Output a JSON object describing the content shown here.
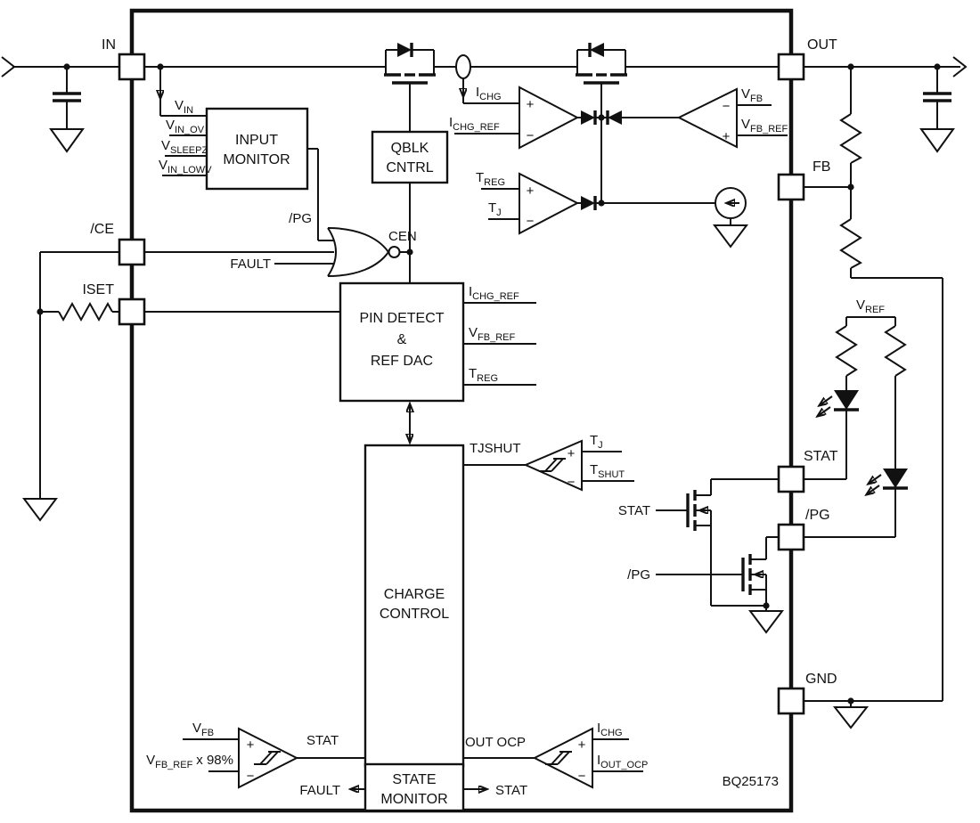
{
  "part_number": "BQ25173",
  "pins": {
    "in": "IN",
    "out": "OUT",
    "fb": "FB",
    "ce": "/CE",
    "iset": "ISET",
    "stat": "STAT",
    "pg": "/PG",
    "gnd": "GND"
  },
  "blocks": {
    "input_monitor_1": "INPUT",
    "input_monitor_2": "MONITOR",
    "qblk_1": "QBLK",
    "qblk_2": "CNTRL",
    "pin_detect_1": "PIN DETECT",
    "pin_detect_2": "&",
    "pin_detect_3": "REF DAC",
    "charge_1": "CHARGE",
    "charge_2": "CONTROL",
    "state_1": "STATE",
    "state_2": "MONITOR"
  },
  "labels": {
    "cen": "CEN",
    "fault_nor": "FAULT",
    "fault_out": "FAULT",
    "stat_out": "STAT",
    "stat_comp_out": "STAT",
    "out_ocp": "OUT OCP",
    "tjshut": "TJSHUT",
    "pg_internal": "/PG",
    "stat_gate": "STAT",
    "pg_gate": "/PG",
    "plus": "+",
    "minus": "−"
  },
  "subs": {
    "vin": {
      "m": "V",
      "s": "IN"
    },
    "vin_ov": {
      "m": "V",
      "s": "IN_OV"
    },
    "vsleepz": {
      "m": "V",
      "s": "SLEEPZ"
    },
    "vin_lowv": {
      "m": "V",
      "s": "IN_LOWV"
    },
    "ichg": {
      "m": "I",
      "s": "CHG"
    },
    "ichg_ref": {
      "m": "I",
      "s": "CHG_REF"
    },
    "vfb": {
      "m": "V",
      "s": "FB"
    },
    "vfb_ref": {
      "m": "V",
      "s": "FB_REF"
    },
    "vfb_ref98": {
      "m": "V",
      "s": "FB_REF",
      "t": "x 98%"
    },
    "treg": {
      "m": "T",
      "s": "REG"
    },
    "tj": {
      "m": "T",
      "s": "J"
    },
    "tshut": {
      "m": "T",
      "s": "SHUT"
    },
    "iout_ocp": {
      "m": "I",
      "s": "OUT_OCP"
    },
    "vref": {
      "m": "V",
      "s": "REF"
    }
  }
}
